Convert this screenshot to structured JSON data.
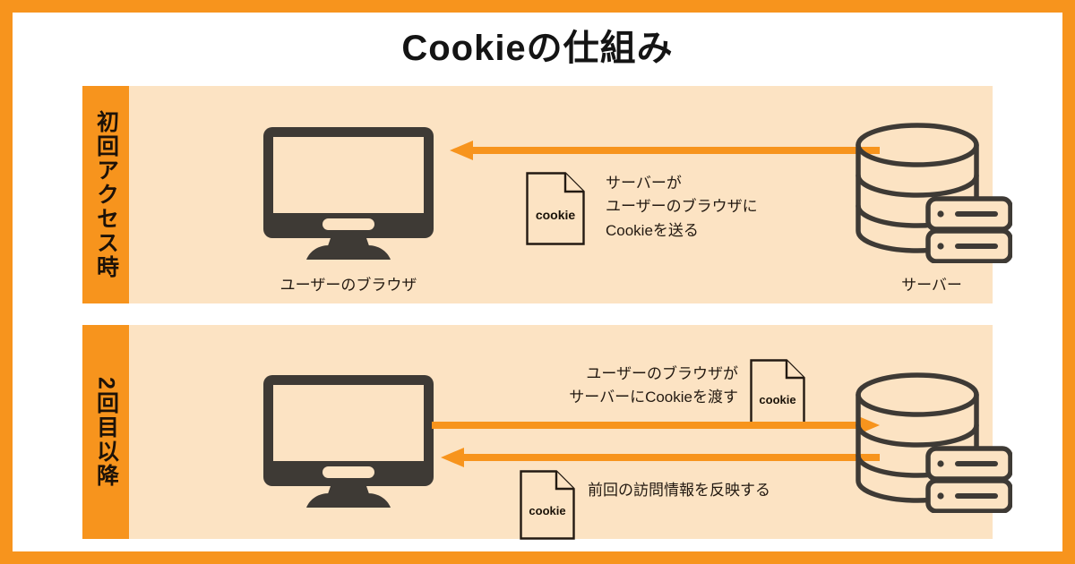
{
  "title": "Cookieの仕組み",
  "theme": {
    "border_color": "#F7941D",
    "panel_color": "#FCE3C3",
    "tab_color": "#F7941D",
    "icon_color": "#3E3A35",
    "arrow_color": "#F7941D",
    "text_color": "#231A12",
    "page_background": "#FFFFFF"
  },
  "sections": [
    {
      "tab_label": "初回アクセス時",
      "browser_caption": "ユーザーのブラウザ",
      "server_caption": "サーバー",
      "cookie_label": "cookie",
      "message": "サーバーが\nユーザーのブラウザに\nCookieを送る",
      "arrow_direction": "server-to-browser"
    },
    {
      "tab_label": "2回目以降",
      "cookie_label_top": "cookie",
      "cookie_label_bottom": "cookie",
      "message_top": "ユーザーのブラウザが\nサーバーにCookieを渡す",
      "message_bottom": "前回の訪問情報を反映する",
      "arrow_top_direction": "browser-to-server",
      "arrow_bottom_direction": "server-to-browser"
    }
  ]
}
